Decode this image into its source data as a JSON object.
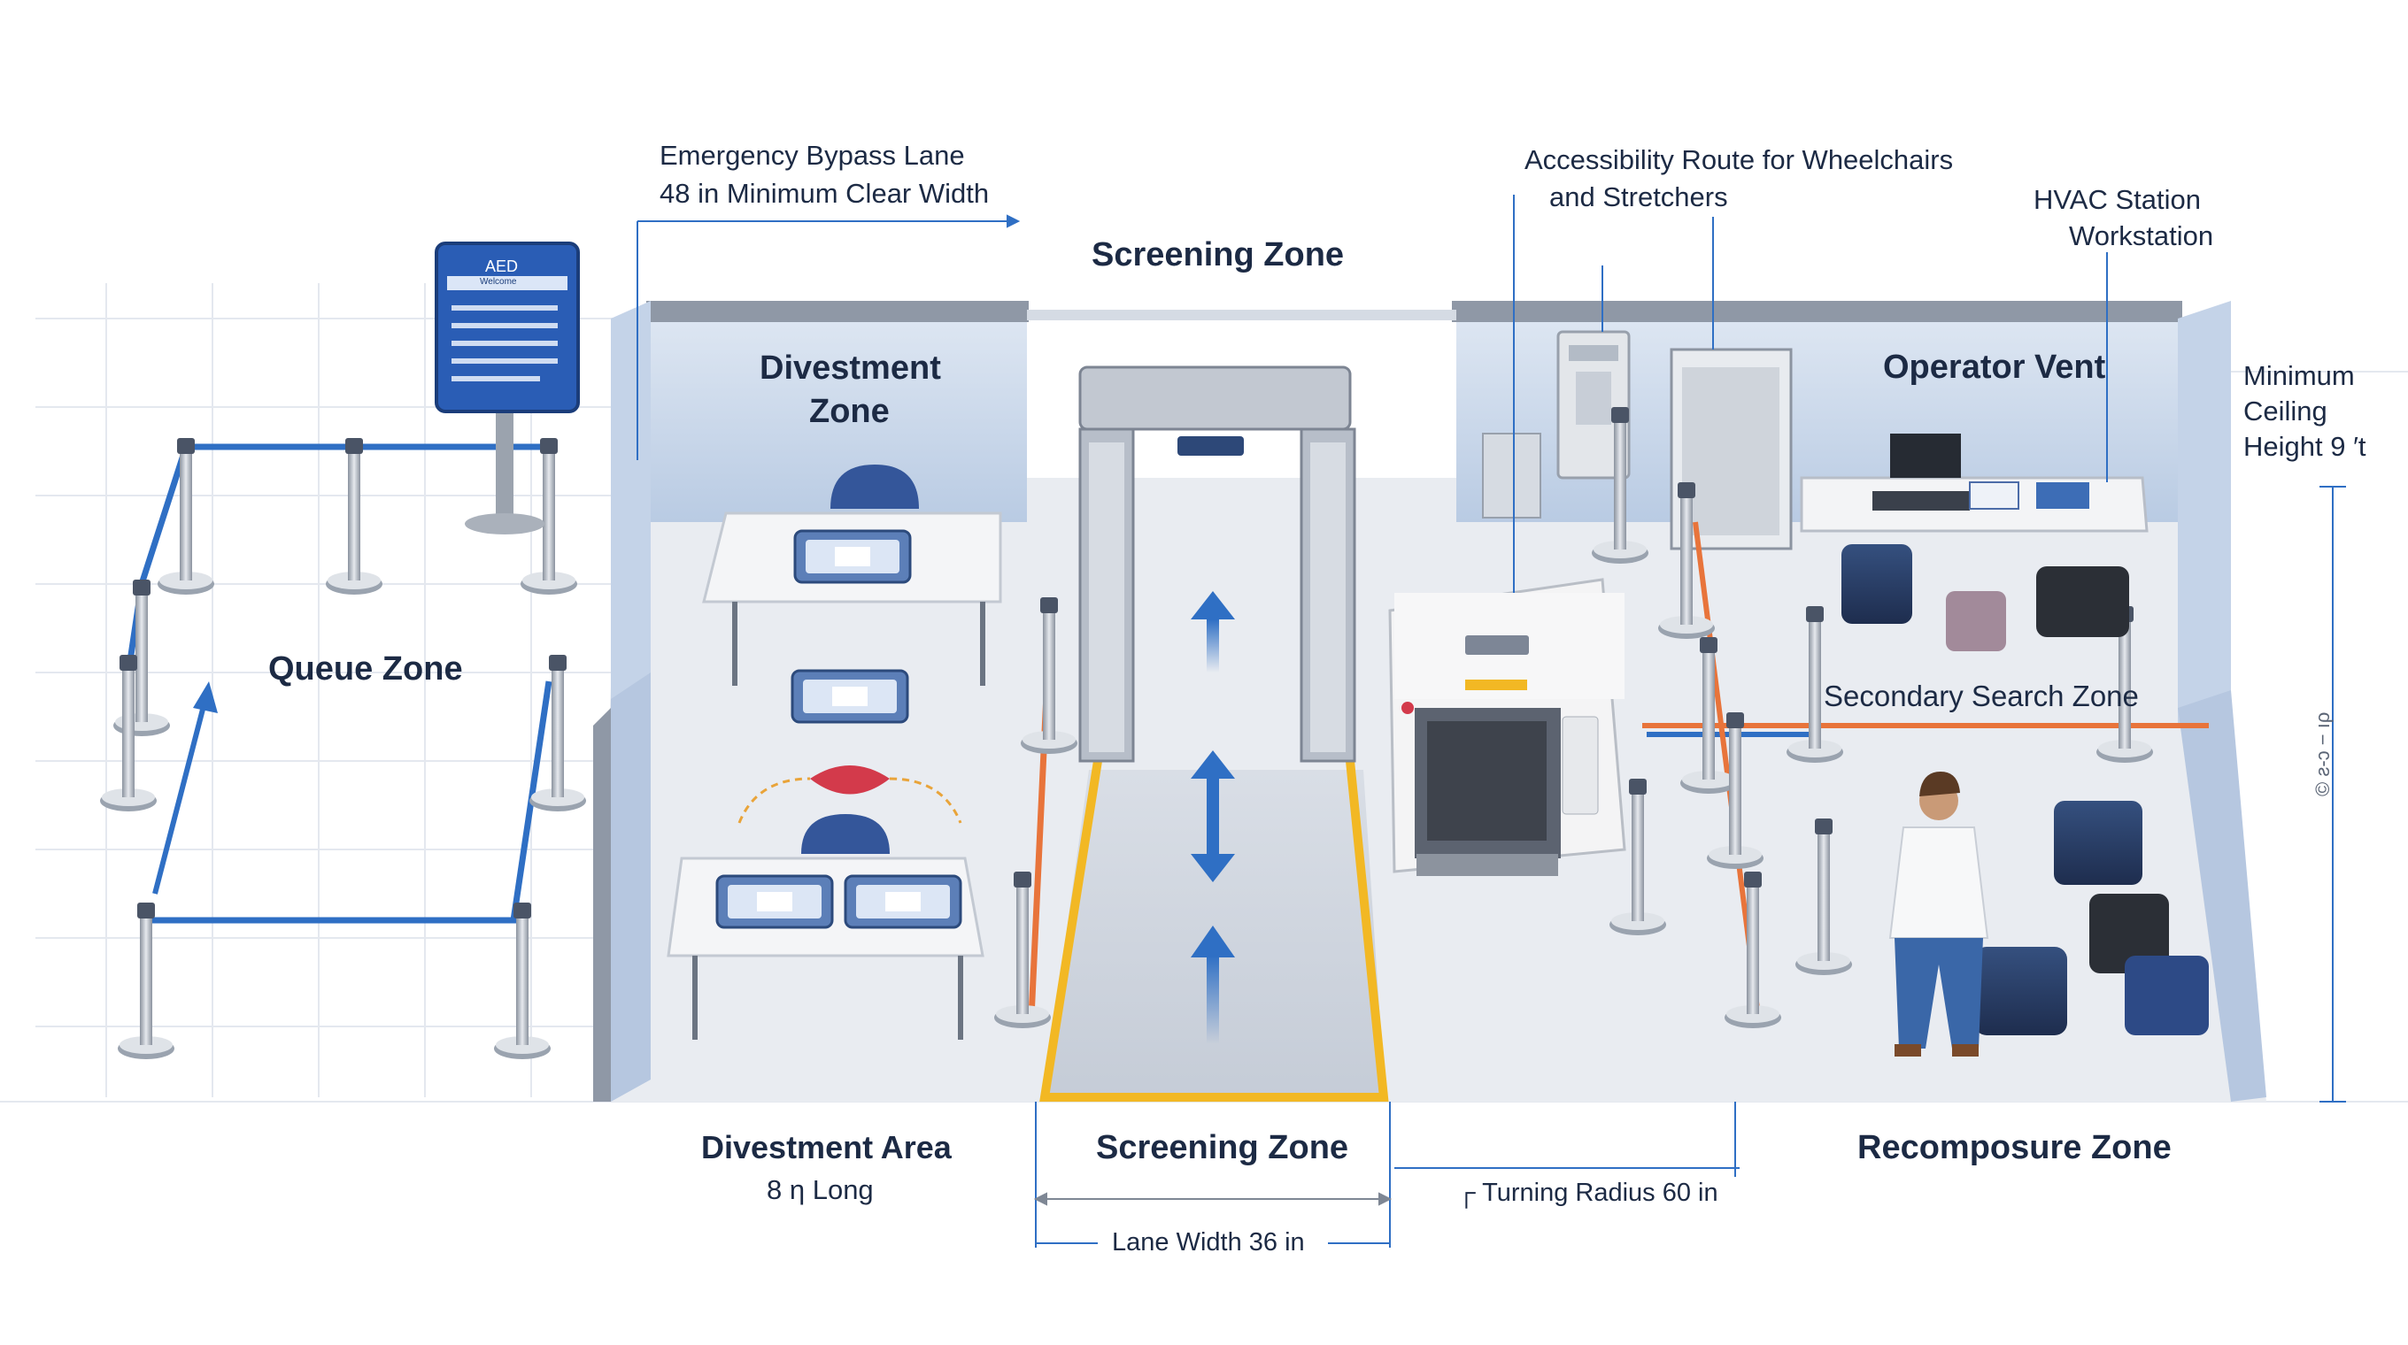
{
  "labels": {
    "emergency_bypass": "Emergency Bypass Lane",
    "bypass_width": "48 in Minimum Clear Width",
    "screening_zone_top": "Screening Zone",
    "accessibility_route_line1": "Accessibility Route for Wheelchairs",
    "accessibility_route_line2": "and Stretchers",
    "hvac_station": "HVAC Station",
    "workstation": "Workstation",
    "divestment_zone_line1": "Divestment",
    "divestment_zone_line2": "Zone",
    "operator_vent": "Operator Vent",
    "minimum_ceiling_line1": "Minimum",
    "minimum_ceiling_line2": "Ceiling",
    "minimum_ceiling_line3": "Height 9 ′t",
    "queue_zone": "Queue Zone",
    "secondary_search_zone": "Secondary Search Zone",
    "divestment_area": "Divestment Area",
    "divestment_length": "8 η Long",
    "screening_zone_bottom": "Screening Zone",
    "recomposure_zone": "Recomposure Zone",
    "turning_radius": "┌ Turning Radius 60 in",
    "lane_width": "Lane Width 36 in",
    "aed_sign_title": "AED",
    "aed_sign_subtitle": "Welcome",
    "ceiling_dim_text": "© ƨ-ɔ − ıρ"
  },
  "colors": {
    "accent_blue": "#2f6fc4",
    "stanchion_orange": "#e8743b",
    "lane_yellow": "#f2b824",
    "wall_gray": "#8f98a6",
    "floor": "#eceff3",
    "bag_navy": "#26365a",
    "text": "#1c2a44"
  },
  "icons": [
    "aed-sign-icon",
    "walk-through-metal-detector-icon",
    "xray-scanner-icon",
    "direction-arrow-icon",
    "stanchion-icon",
    "luggage-icon",
    "monitor-icon",
    "hvac-unit-icon",
    "person-icon",
    "chair-icon",
    "tray-icon",
    "lips-icon"
  ]
}
